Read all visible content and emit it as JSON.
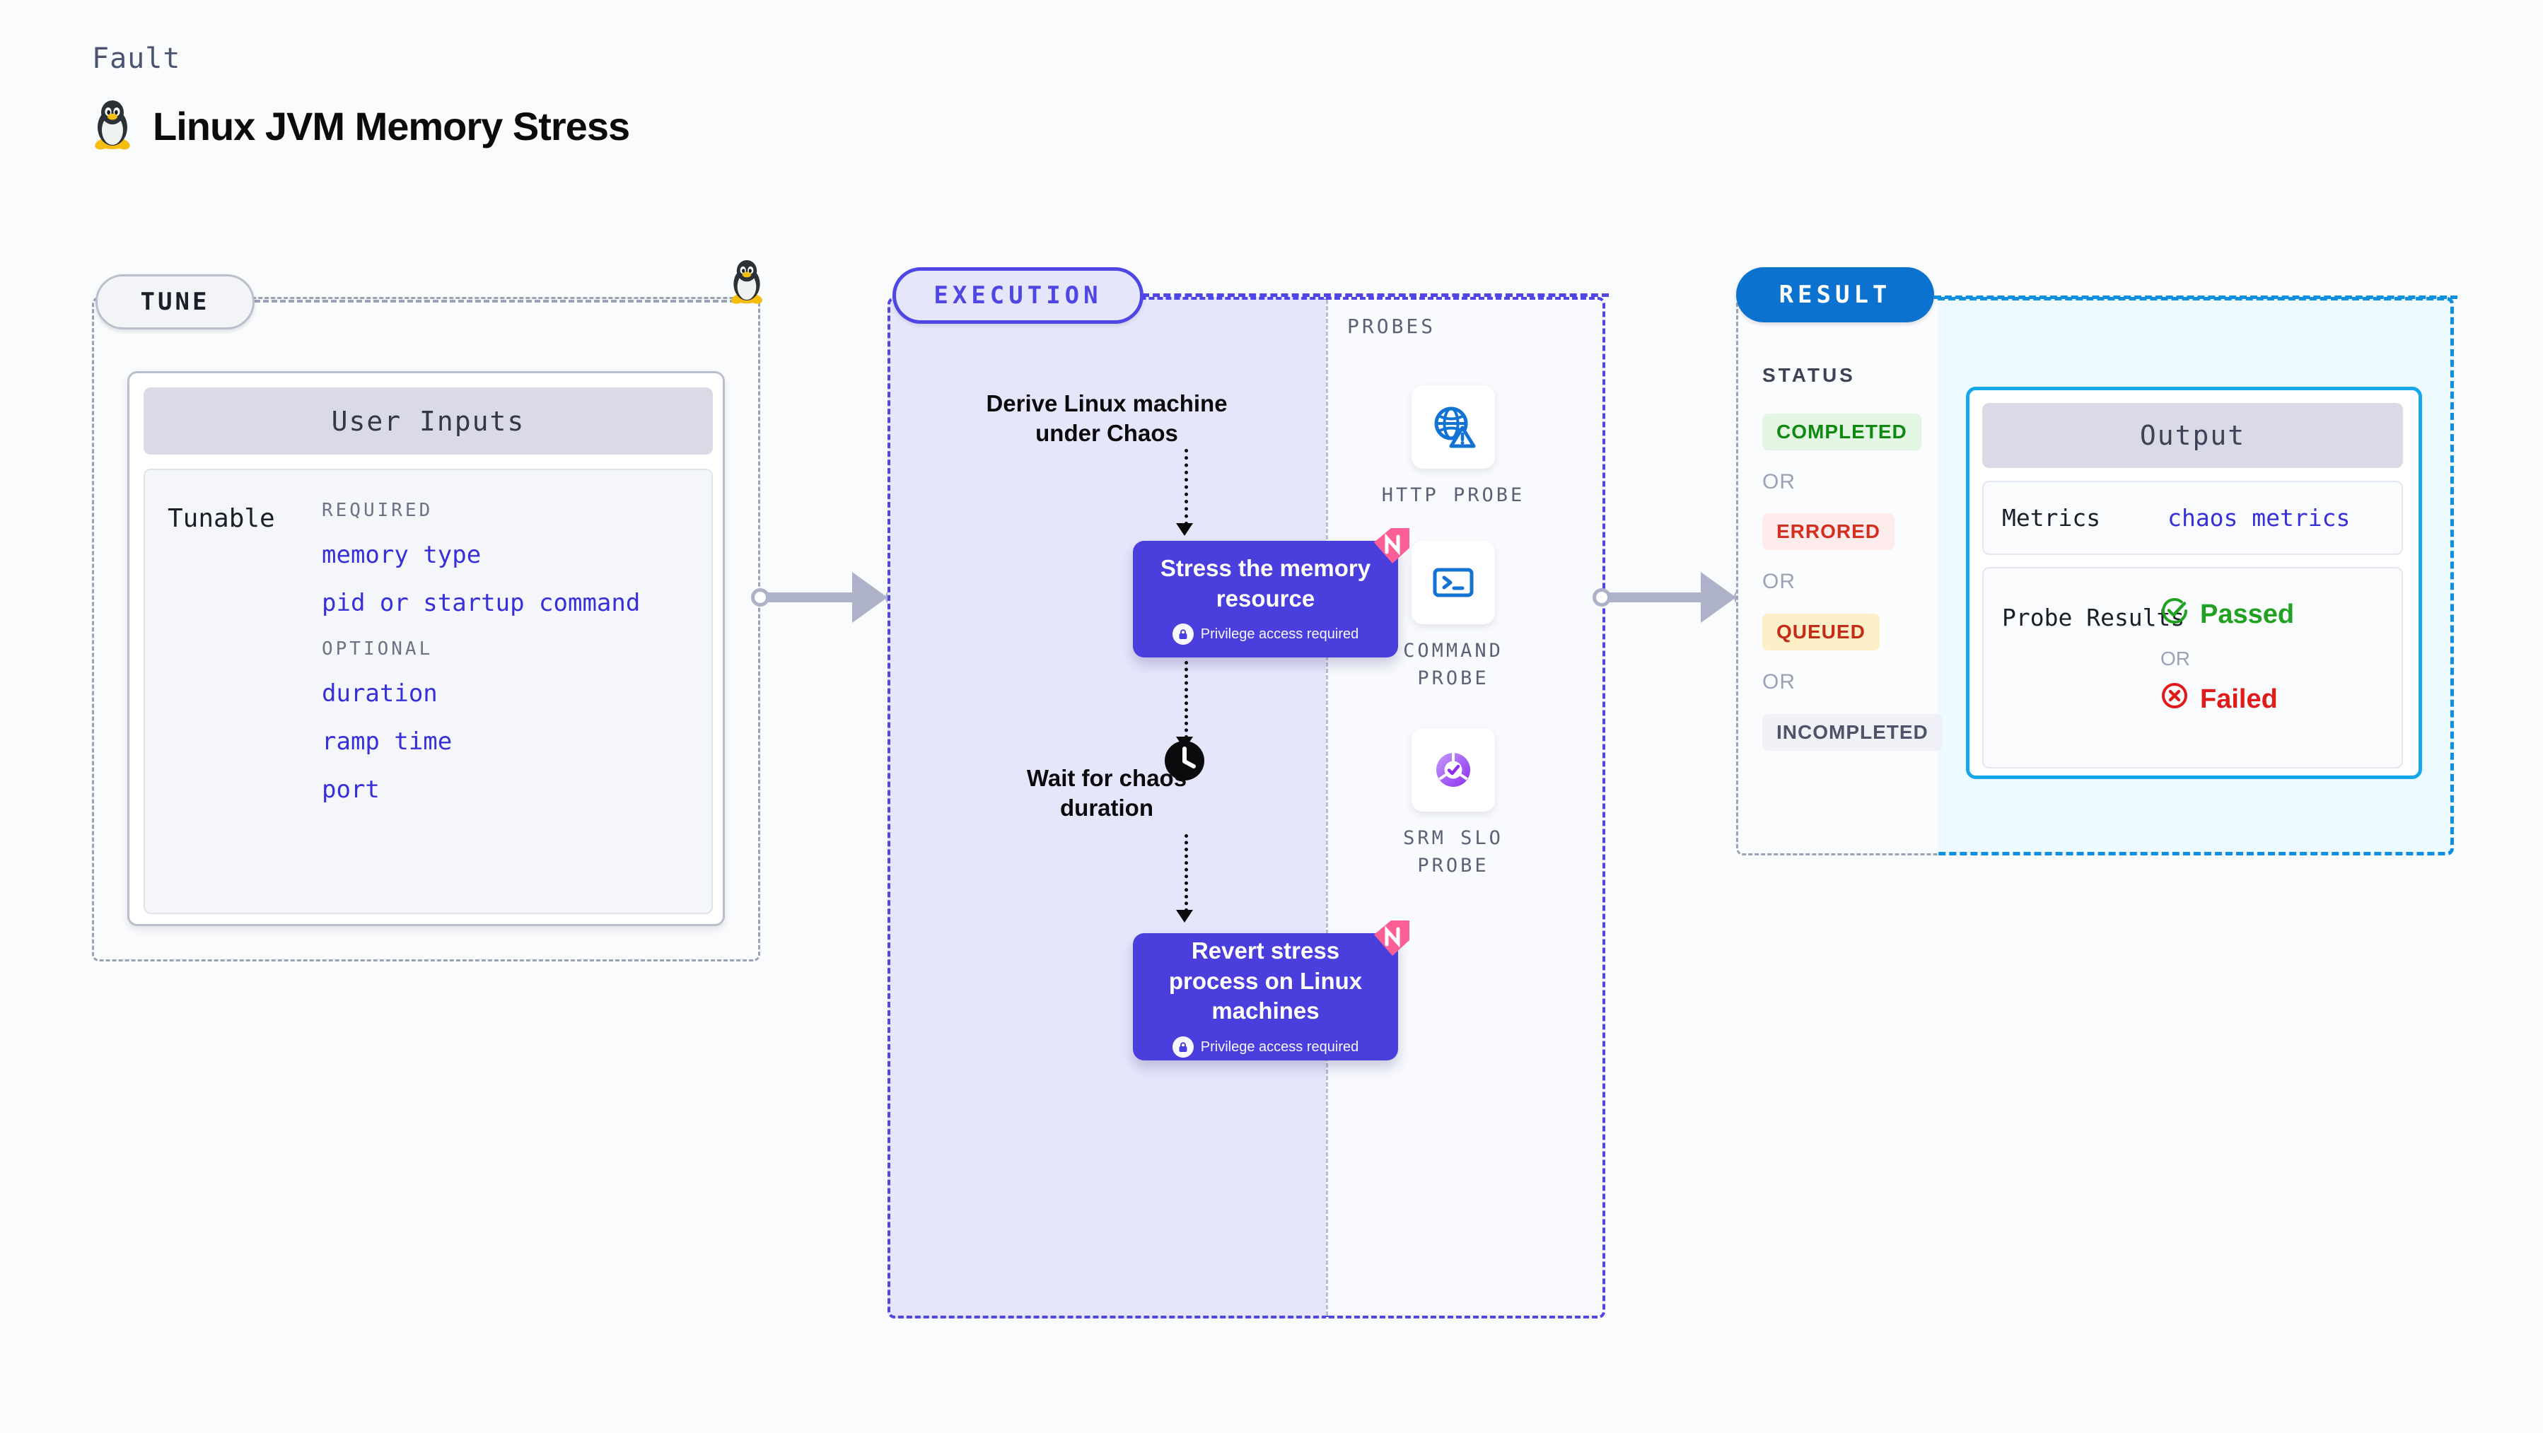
{
  "header": {
    "eyebrow": "Fault",
    "title": "Linux JVM Memory Stress",
    "icon": "tux-penguin-icon"
  },
  "tune": {
    "pill_label": "TUNE",
    "card_title": "User Inputs",
    "tunable_label": "Tunable",
    "groups": [
      {
        "title": "REQUIRED",
        "items": [
          "memory type",
          "pid or startup command"
        ]
      },
      {
        "title": "OPTIONAL",
        "items": [
          "duration",
          "ramp time",
          "port"
        ]
      }
    ]
  },
  "execution": {
    "pill_label": "EXECUTION",
    "steps": [
      {
        "kind": "text",
        "label": "Derive Linux machine under Chaos"
      },
      {
        "kind": "node",
        "label": "Stress the memory resource",
        "privilege": "Privilege access required"
      },
      {
        "kind": "wait",
        "label": "Wait for chaos duration",
        "icon": "clock-icon"
      },
      {
        "kind": "node",
        "label": "Revert stress process on Linux machines",
        "privilege": "Privilege access required"
      }
    ]
  },
  "probes": {
    "title": "PROBES",
    "items": [
      {
        "label": "HTTP PROBE",
        "icon": "globe-warning-icon"
      },
      {
        "label": "COMMAND PROBE",
        "icon": "terminal-icon"
      },
      {
        "label": "SRM SLO PROBE",
        "icon": "slo-donut-icon"
      }
    ]
  },
  "result": {
    "pill_label": "RESULT",
    "status_title": "STATUS",
    "or_label": "OR",
    "statuses": [
      {
        "label": "COMPLETED",
        "bg": "#e3f6e3",
        "fg": "#108910"
      },
      {
        "label": "ERRORED",
        "bg": "#fdeceb",
        "fg": "#d32f1e"
      },
      {
        "label": "QUEUED",
        "bg": "#fbf0c7",
        "fg": "#c62b18"
      },
      {
        "label": "INCOMPLETED",
        "bg": "#f0f1f6",
        "fg": "#4d5467"
      }
    ],
    "output": {
      "title": "Output",
      "metrics_label": "Metrics",
      "metrics_value": "chaos metrics",
      "probe_results_label": "Probe Results",
      "passed_label": "Passed",
      "failed_label": "Failed",
      "or_label": "OR"
    }
  },
  "colors": {
    "accent_purple": "#4f46e5",
    "node_purple": "#4a3fdc",
    "result_blue": "#0b72cf",
    "output_border": "#16a7e8",
    "ribbon_pink": "#fb5f96",
    "link_indigo": "#3730d8"
  }
}
